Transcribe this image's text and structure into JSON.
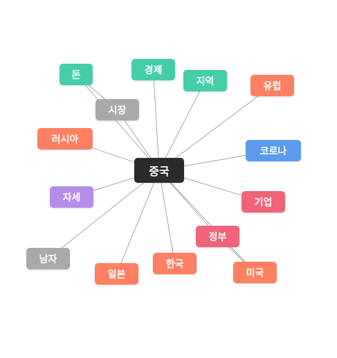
{
  "center": {
    "id": "center",
    "label": "중국",
    "color": "#2b2b2b"
  },
  "nodes": [
    {
      "id": "don",
      "label": "돈",
      "color": "#45cda9"
    },
    {
      "id": "economy",
      "label": "경제",
      "color": "#45cda9"
    },
    {
      "id": "region",
      "label": "지역",
      "color": "#45cda9"
    },
    {
      "id": "europe",
      "label": "유럽",
      "color": "#ff7f62"
    },
    {
      "id": "market",
      "label": "시장",
      "color": "#a9a9a9"
    },
    {
      "id": "russia",
      "label": "러시아",
      "color": "#ff7f62"
    },
    {
      "id": "corona",
      "label": "코로나",
      "color": "#5a9ceb"
    },
    {
      "id": "posture",
      "label": "자세",
      "color": "#b28ee9"
    },
    {
      "id": "company",
      "label": "기업",
      "color": "#ef6479"
    },
    {
      "id": "govt",
      "label": "정부",
      "color": "#ef6479"
    },
    {
      "id": "man",
      "label": "남자",
      "color": "#a9a9a9"
    },
    {
      "id": "korea",
      "label": "한국",
      "color": "#ff7f62"
    },
    {
      "id": "japan",
      "label": "일본",
      "color": "#ff7f62"
    },
    {
      "id": "usa",
      "label": "미국",
      "color": "#ff7f62"
    }
  ],
  "edges": [
    [
      "center",
      "don"
    ],
    [
      "center",
      "economy"
    ],
    [
      "center",
      "region"
    ],
    [
      "center",
      "europe"
    ],
    [
      "center",
      "market"
    ],
    [
      "center",
      "russia"
    ],
    [
      "center",
      "corona"
    ],
    [
      "center",
      "posture"
    ],
    [
      "center",
      "company"
    ],
    [
      "center",
      "govt"
    ],
    [
      "center",
      "man"
    ],
    [
      "center",
      "korea"
    ],
    [
      "center",
      "japan"
    ],
    [
      "center",
      "usa"
    ],
    [
      "market",
      "don"
    ],
    [
      "govt",
      "usa"
    ]
  ]
}
